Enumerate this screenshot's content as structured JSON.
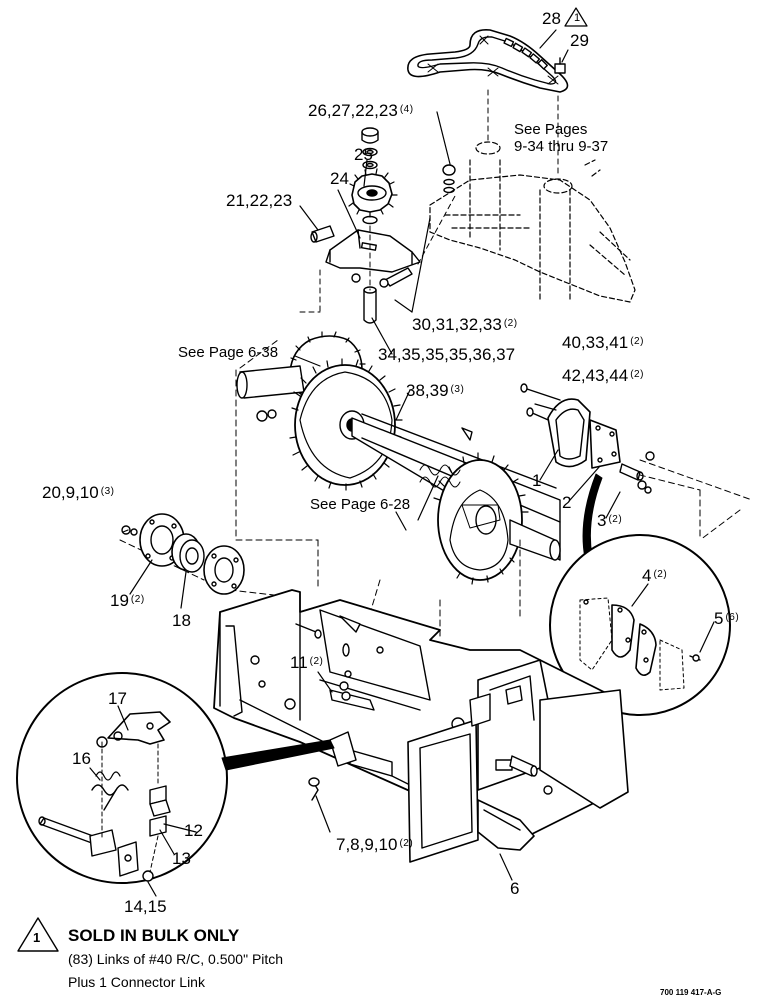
{
  "callouts": {
    "c28": "28",
    "c29": "29",
    "c26": "26,27,22,23",
    "c26_qty": "(4)",
    "c25": "25",
    "c24": "24",
    "c21": "21,22,23",
    "c30": "30,31,32,33",
    "c30_qty": "(2)",
    "c34": "34,35,35,35,36,37",
    "c38": "38,39",
    "c38_qty": "(3)",
    "c40": "40,33,41",
    "c40_qty": "(2)",
    "c42": "42,43,44",
    "c42_qty": "(2)",
    "c1": "1",
    "c2": "2",
    "c3": "3",
    "c3_qty": "(2)",
    "c4": "4",
    "c4_qty": "(2)",
    "c5": "5",
    "c5_qty": "(6)",
    "c20": "20,9,10",
    "c20_qty": "(3)",
    "c19": "19",
    "c19_qty": "(2)",
    "c18": "18",
    "c11": "11",
    "c11_qty": "(2)",
    "c17": "17",
    "c16": "16",
    "c12": "12",
    "c13": "13",
    "c14": "14,15",
    "c7": "7,8,9,10",
    "c7_qty": "(2)",
    "c6": "6"
  },
  "references": {
    "see_pages_line1": "See Pages",
    "see_pages_line2": "9-34 thru 9-37",
    "see_page_638": "See Page 6-38",
    "see_page_628": "See Page 6-28"
  },
  "note": {
    "flag_number": "1",
    "title": "SOLD IN BULK ONLY",
    "line1": "(83) Links of #40 R/C, 0.500\" Pitch",
    "line2": "Plus 1 Connector Link"
  },
  "doc_number": "700 119 417-A-G"
}
